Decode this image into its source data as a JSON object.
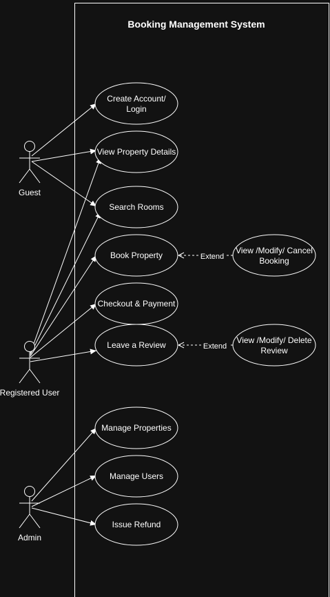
{
  "system": {
    "title": "Booking Management System"
  },
  "actors": {
    "guest": "Guest",
    "registered_user": "Registered User",
    "admin": "Admin"
  },
  "use_cases": {
    "create_account": [
      "Create Account/",
      "Login"
    ],
    "view_property": "View Property Details",
    "search_rooms": "Search Rooms",
    "book_property": "Book Property",
    "checkout": "Checkout & Payment",
    "leave_review": "Leave a Review",
    "modify_booking": [
      "View /Modify/ Cancel",
      "Booking"
    ],
    "modify_review": [
      "View /Modify/ Delete",
      "Review"
    ],
    "manage_properties": "Manage Properties",
    "manage_users": "Manage Users",
    "issue_refund": "Issue Refund"
  },
  "relations": {
    "extend_label": "Extend"
  },
  "colors": {
    "background": "#121212",
    "stroke": "#ffffff",
    "text": "#ffffff"
  }
}
